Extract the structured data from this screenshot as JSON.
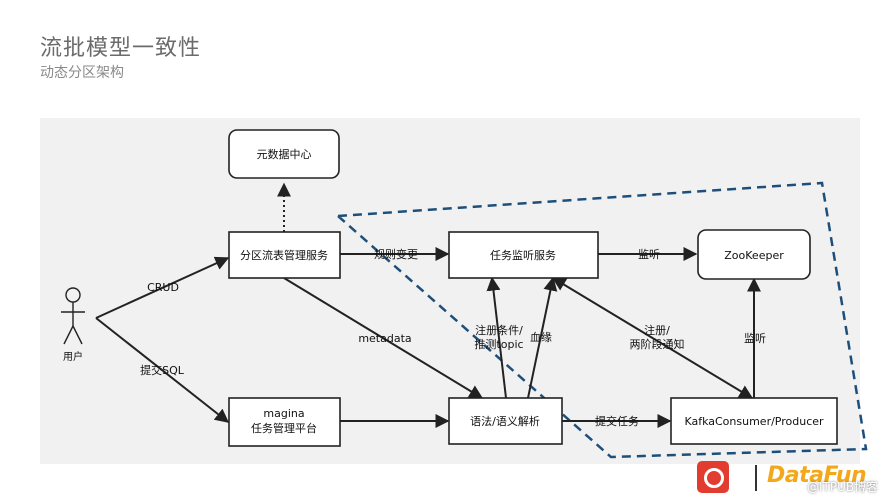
{
  "header": {
    "title": "流批模型一致性",
    "subtitle": "动态分区架构"
  },
  "diagram": {
    "nodes": {
      "metadata_center": "元数据中心",
      "partition_service": "分区流表管理服务",
      "task_monitor": "任务监听服务",
      "zookeeper": "ZooKeeper",
      "magina_line1": "magina",
      "magina_line2": "任务管理平台",
      "parser": "语法/语义解析",
      "kafka": "KafkaConsumer/Producer",
      "user": "用户"
    },
    "edges": {
      "crud": "CRUD",
      "submit_sql": "提交SQL",
      "rule_change": "规则变更",
      "monitor_zk": "监听",
      "metadata": "metadata",
      "register_line1": "注册条件/",
      "register_line2": "推测topic",
      "lineage": "血缘",
      "register2_line1": "注册/",
      "register2_line2": "两阶段通知",
      "monitor_kafka": "监听",
      "submit_task": "提交任务"
    }
  },
  "branding": {
    "logo_text": "DataFun",
    "watermark": "@ITPUB博客",
    "dashed_color": "#1e4f7a",
    "netease_color": "#e23b2f",
    "datafun_color": "#f3a81b"
  }
}
